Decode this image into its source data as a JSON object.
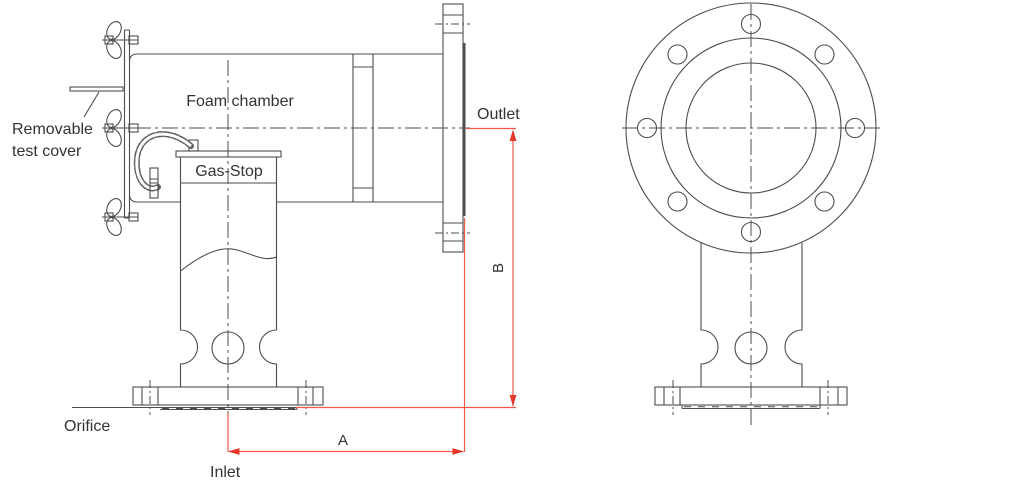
{
  "labels": {
    "foam_chamber": "Foam chamber",
    "removable_test_cover_line1": "Removable",
    "removable_test_cover_line2": "test cover",
    "gas_stop": "Gas-Stop",
    "outlet": "Outlet",
    "orifice": "Orifice",
    "inlet": "Inlet"
  },
  "dimensions": {
    "a": "A",
    "b": "B"
  },
  "colors": {
    "line": "#4d4d4d",
    "dimension": "#f25749",
    "arrow": "#e8352a",
    "text": "#333333",
    "background": "#ffffff"
  }
}
